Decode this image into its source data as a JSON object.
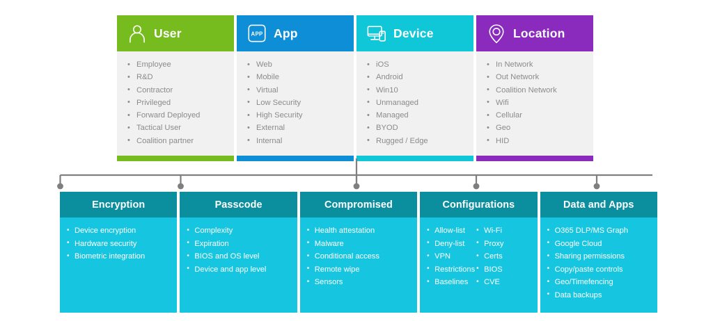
{
  "colors": {
    "user": "#77bc1f",
    "app": "#0f8ed8",
    "device": "#10c7d8",
    "location": "#8a2bbe",
    "bottom_header": "#0b8e9e",
    "bottom_body": "#16c6e0",
    "connector": "#7f7f7f",
    "panel_bg": "#f1f1f1"
  },
  "top_cards": [
    {
      "title": "User",
      "icon": "person-icon",
      "color": "#77bc1f",
      "items": [
        "Employee",
        "R&D",
        "Contractor",
        "Privileged",
        "Forward Deployed",
        "Tactical User",
        "Coalition partner"
      ]
    },
    {
      "title": "App",
      "icon": "app-square-icon",
      "icon_label": "APP",
      "color": "#0f8ed8",
      "items": [
        "Web",
        "Mobile",
        "Virtual",
        "Low Security",
        "High Security",
        "External",
        "Internal"
      ]
    },
    {
      "title": "Device",
      "icon": "monitor-phone-icon",
      "color": "#10c7d8",
      "items": [
        "iOS",
        "Android",
        "Win10",
        "Unmanaged",
        "Managed",
        "BYOD",
        "Rugged / Edge"
      ]
    },
    {
      "title": "Location",
      "icon": "map-pin-icon",
      "color": "#8a2bbe",
      "items": [
        "In Network",
        "Out Network",
        "Coalition Network",
        "Wifi",
        "Cellular",
        "Geo",
        "HID"
      ]
    }
  ],
  "bottom_cards": [
    {
      "title": "Encryption",
      "columns": [
        [
          "Device encryption",
          "Hardware security",
          "Biometric integration"
        ]
      ]
    },
    {
      "title": "Passcode",
      "columns": [
        [
          "Complexity",
          "Expiration",
          "BIOS and OS level",
          "Device and app level"
        ]
      ]
    },
    {
      "title": "Compromised",
      "columns": [
        [
          "Health attestation",
          "Malware",
          "Conditional access",
          "Remote wipe",
          "Sensors"
        ]
      ]
    },
    {
      "title": "Configurations",
      "columns": [
        [
          "Allow-list",
          "Deny-list",
          "VPN",
          "Restrictions",
          "Baselines"
        ],
        [
          "Wi-Fi",
          "Proxy",
          "Certs",
          "BIOS",
          "CVE"
        ]
      ]
    },
    {
      "title": "Data and Apps",
      "columns": [
        [
          "O365 DLP/MS Graph",
          "Google Cloud",
          "Sharing permissions",
          "Copy/paste controls",
          "Geo/Timefencing",
          "Data backups"
        ]
      ]
    }
  ]
}
